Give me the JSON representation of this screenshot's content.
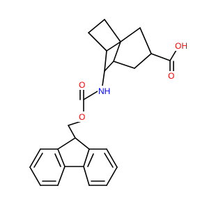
{
  "molecule": {
    "atom_labels": {
      "oxygen_carbonyl_acid": "O",
      "hydroxyl": "OH",
      "oxygen_carbonyl_carbamate": "O",
      "oxygen_ester_carbamate": "O",
      "amide_nh": "NH"
    },
    "colors": {
      "oxygen": "#ff0000",
      "nitrogen": "#0000ff",
      "bond": "#000000"
    }
  }
}
